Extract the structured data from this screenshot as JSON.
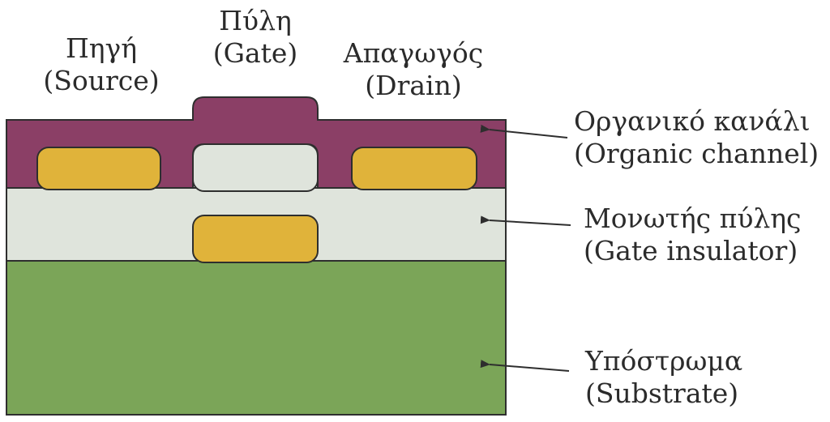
{
  "labels": {
    "source": {
      "greek": "Πηγή",
      "english": "(Source)"
    },
    "gate": {
      "greek": "Πύλη",
      "english": "(Gate)"
    },
    "drain": {
      "greek": "Απαγωγός",
      "english": "(Drain)"
    },
    "organic_channel": {
      "greek": "Οργανικό κανάλι",
      "english": "(Organic channel)"
    },
    "gate_insulator": {
      "greek": "Μονωτής πύλης",
      "english": "(Gate insulator)"
    },
    "substrate": {
      "greek": "Υπόστρωμα",
      "english": "(Substrate)"
    }
  },
  "colors": {
    "channel": "#8b3f66",
    "electrode": "#e0b33a",
    "insulator": "#dfe4dc",
    "substrate": "#7ba558",
    "outline": "#2e2e2e",
    "text": "#2b2b2b"
  }
}
